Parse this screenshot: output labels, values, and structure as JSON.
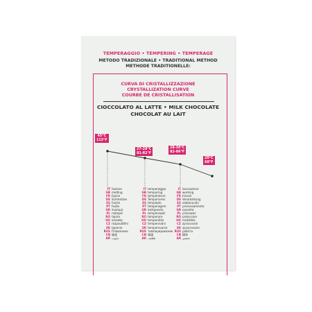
{
  "header": {
    "tempering": "TEMPERAGGIO • TEMPERING • TEMPERAGE",
    "method_line1": "METODO TRADIZIONALE • TRADITIONAL METHOD",
    "method_line2": "METHODE TRADITIONELLE:"
  },
  "curve_title": {
    "line1": "CURVA DI CRISTALLIZZAZIONE",
    "line2": "CRYSTALLIZATION CURVE",
    "line3": "COURBE DE CRISTALLISATION"
  },
  "chocolate": {
    "line1": "CIOCCOLATO AL LATTE • MILK CHOCOLATE",
    "line2": "CHOCOLAT AU LAIT"
  },
  "accent_color": "#d6266b",
  "chart_data": {
    "type": "line",
    "points": [
      {
        "label_c": "45°C",
        "label_f": "113°F",
        "value_c": 45
      },
      {
        "label_c": "27-28°C",
        "label_f": "81-82°F",
        "value_c": 27.5
      },
      {
        "label_c": "28-30°C",
        "label_f": "82-86°F",
        "value_c": 29
      },
      {
        "label_c": "20°C",
        "label_f": "68°F",
        "value_c": 20
      }
    ]
  },
  "columns": [
    {
      "rows": [
        {
          "code": "IT",
          "text": "fusione"
        },
        {
          "code": "GB",
          "text": "melting"
        },
        {
          "code": "FR",
          "text": "fusion"
        },
        {
          "code": "DE",
          "text": "Schmelzen"
        },
        {
          "code": "ES",
          "text": "fusión"
        },
        {
          "code": "PT",
          "text": "fusão"
        },
        {
          "code": "GR",
          "text": "λιώσιμο"
        },
        {
          "code": "PL",
          "text": "roztopić"
        },
        {
          "code": "RO",
          "text": "topire"
        },
        {
          "code": "HU",
          "text": "olvadás"
        },
        {
          "code": "CZ",
          "text": "rozpouštění"
        },
        {
          "code": "SK",
          "text": "topenie"
        },
        {
          "code": "RUS",
          "text": "Плавление"
        },
        {
          "code": "CN",
          "text": "熔化"
        },
        {
          "code": "AR",
          "text": "تذويب"
        }
      ]
    },
    {
      "rows": [
        {
          "code": "IT",
          "text": "temperaggio"
        },
        {
          "code": "GB",
          "text": "tempering"
        },
        {
          "code": "FR",
          "text": "température"
        },
        {
          "code": "DE",
          "text": "Temperieren"
        },
        {
          "code": "ES",
          "text": "templado"
        },
        {
          "code": "PT",
          "text": "temperagem"
        },
        {
          "code": "GR",
          "text": "σκλήρυνση"
        },
        {
          "code": "PL",
          "text": "temperować"
        },
        {
          "code": "RO",
          "text": "temperare"
        },
        {
          "code": "HU",
          "text": "temperálás"
        },
        {
          "code": "CZ",
          "text": "temperování"
        },
        {
          "code": "SK",
          "text": "temperovanie"
        },
        {
          "code": "RUS",
          "text": "темперирование"
        },
        {
          "code": "CN",
          "text": "调温"
        },
        {
          "code": "AR",
          "text": "تلطيف"
        }
      ]
    },
    {
      "rows": [
        {
          "code": "IT",
          "text": "lavorazione"
        },
        {
          "code": "GB",
          "text": "working"
        },
        {
          "code": "FR",
          "text": "travail"
        },
        {
          "code": "DE",
          "text": "Verarbeitung"
        },
        {
          "code": "ES",
          "text": "elaboración"
        },
        {
          "code": "PT",
          "text": "processamento"
        },
        {
          "code": "GR",
          "text": "εργασία"
        },
        {
          "code": "PL",
          "text": "pracować"
        },
        {
          "code": "RO",
          "text": "prelucrare"
        },
        {
          "code": "HU",
          "text": "műkődés"
        },
        {
          "code": "CZ",
          "text": "zpracování"
        },
        {
          "code": "SK",
          "text": "spracovanie"
        },
        {
          "code": "RUS",
          "text": "работа"
        },
        {
          "code": "CN",
          "text": "操作"
        },
        {
          "code": "AR",
          "text": "تحضير"
        }
      ]
    }
  ]
}
